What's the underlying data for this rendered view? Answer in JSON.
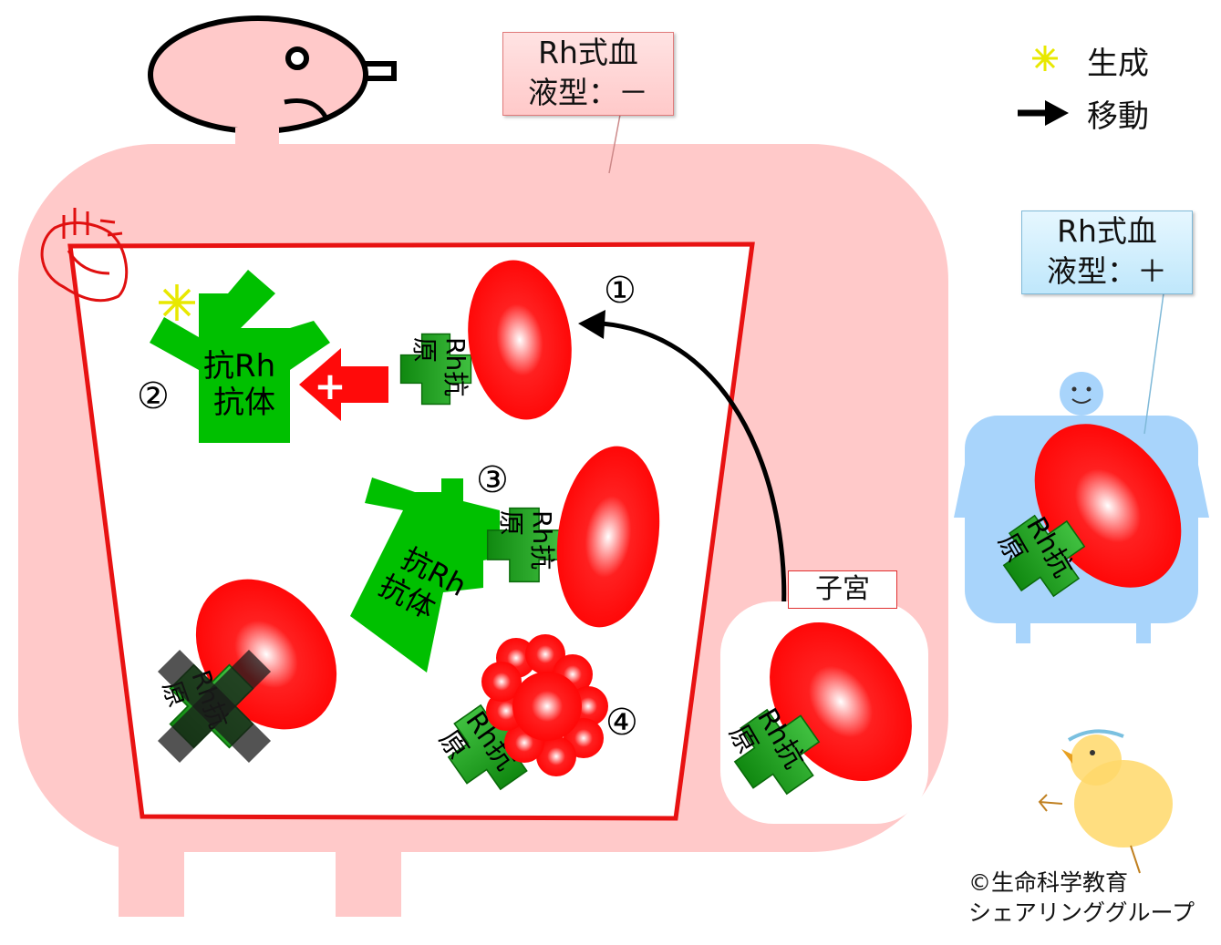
{
  "mother_blood_type": [
    "Rh式血",
    "液型：－"
  ],
  "fetus_blood_type": [
    "Rh式血",
    "液型：＋"
  ],
  "legend": {
    "generate_label": "生成",
    "move_label": "移動"
  },
  "uterus_label": "子宮",
  "antigen_label": [
    "Rh抗",
    "原"
  ],
  "antibody_label": [
    "抗Rh",
    "抗体"
  ],
  "plus_sign": "+",
  "steps": [
    "①",
    "②",
    "③",
    "④"
  ],
  "credit": [
    "©生命科学教育",
    "シェアリンググループ"
  ],
  "colors": {
    "mother_body": "#ffc9c9",
    "fetus_body": "#a8d4fb",
    "blood_vessel_border": "#e81212",
    "red_blood_cell": "#ff0a0a",
    "antigen_green": "#20a020",
    "antibody_green": "#00c000",
    "generate_star": "#e8e800"
  },
  "icons": [
    "heart-icon",
    "sparkle-icon",
    "arrow-icon",
    "chick-icon"
  ]
}
